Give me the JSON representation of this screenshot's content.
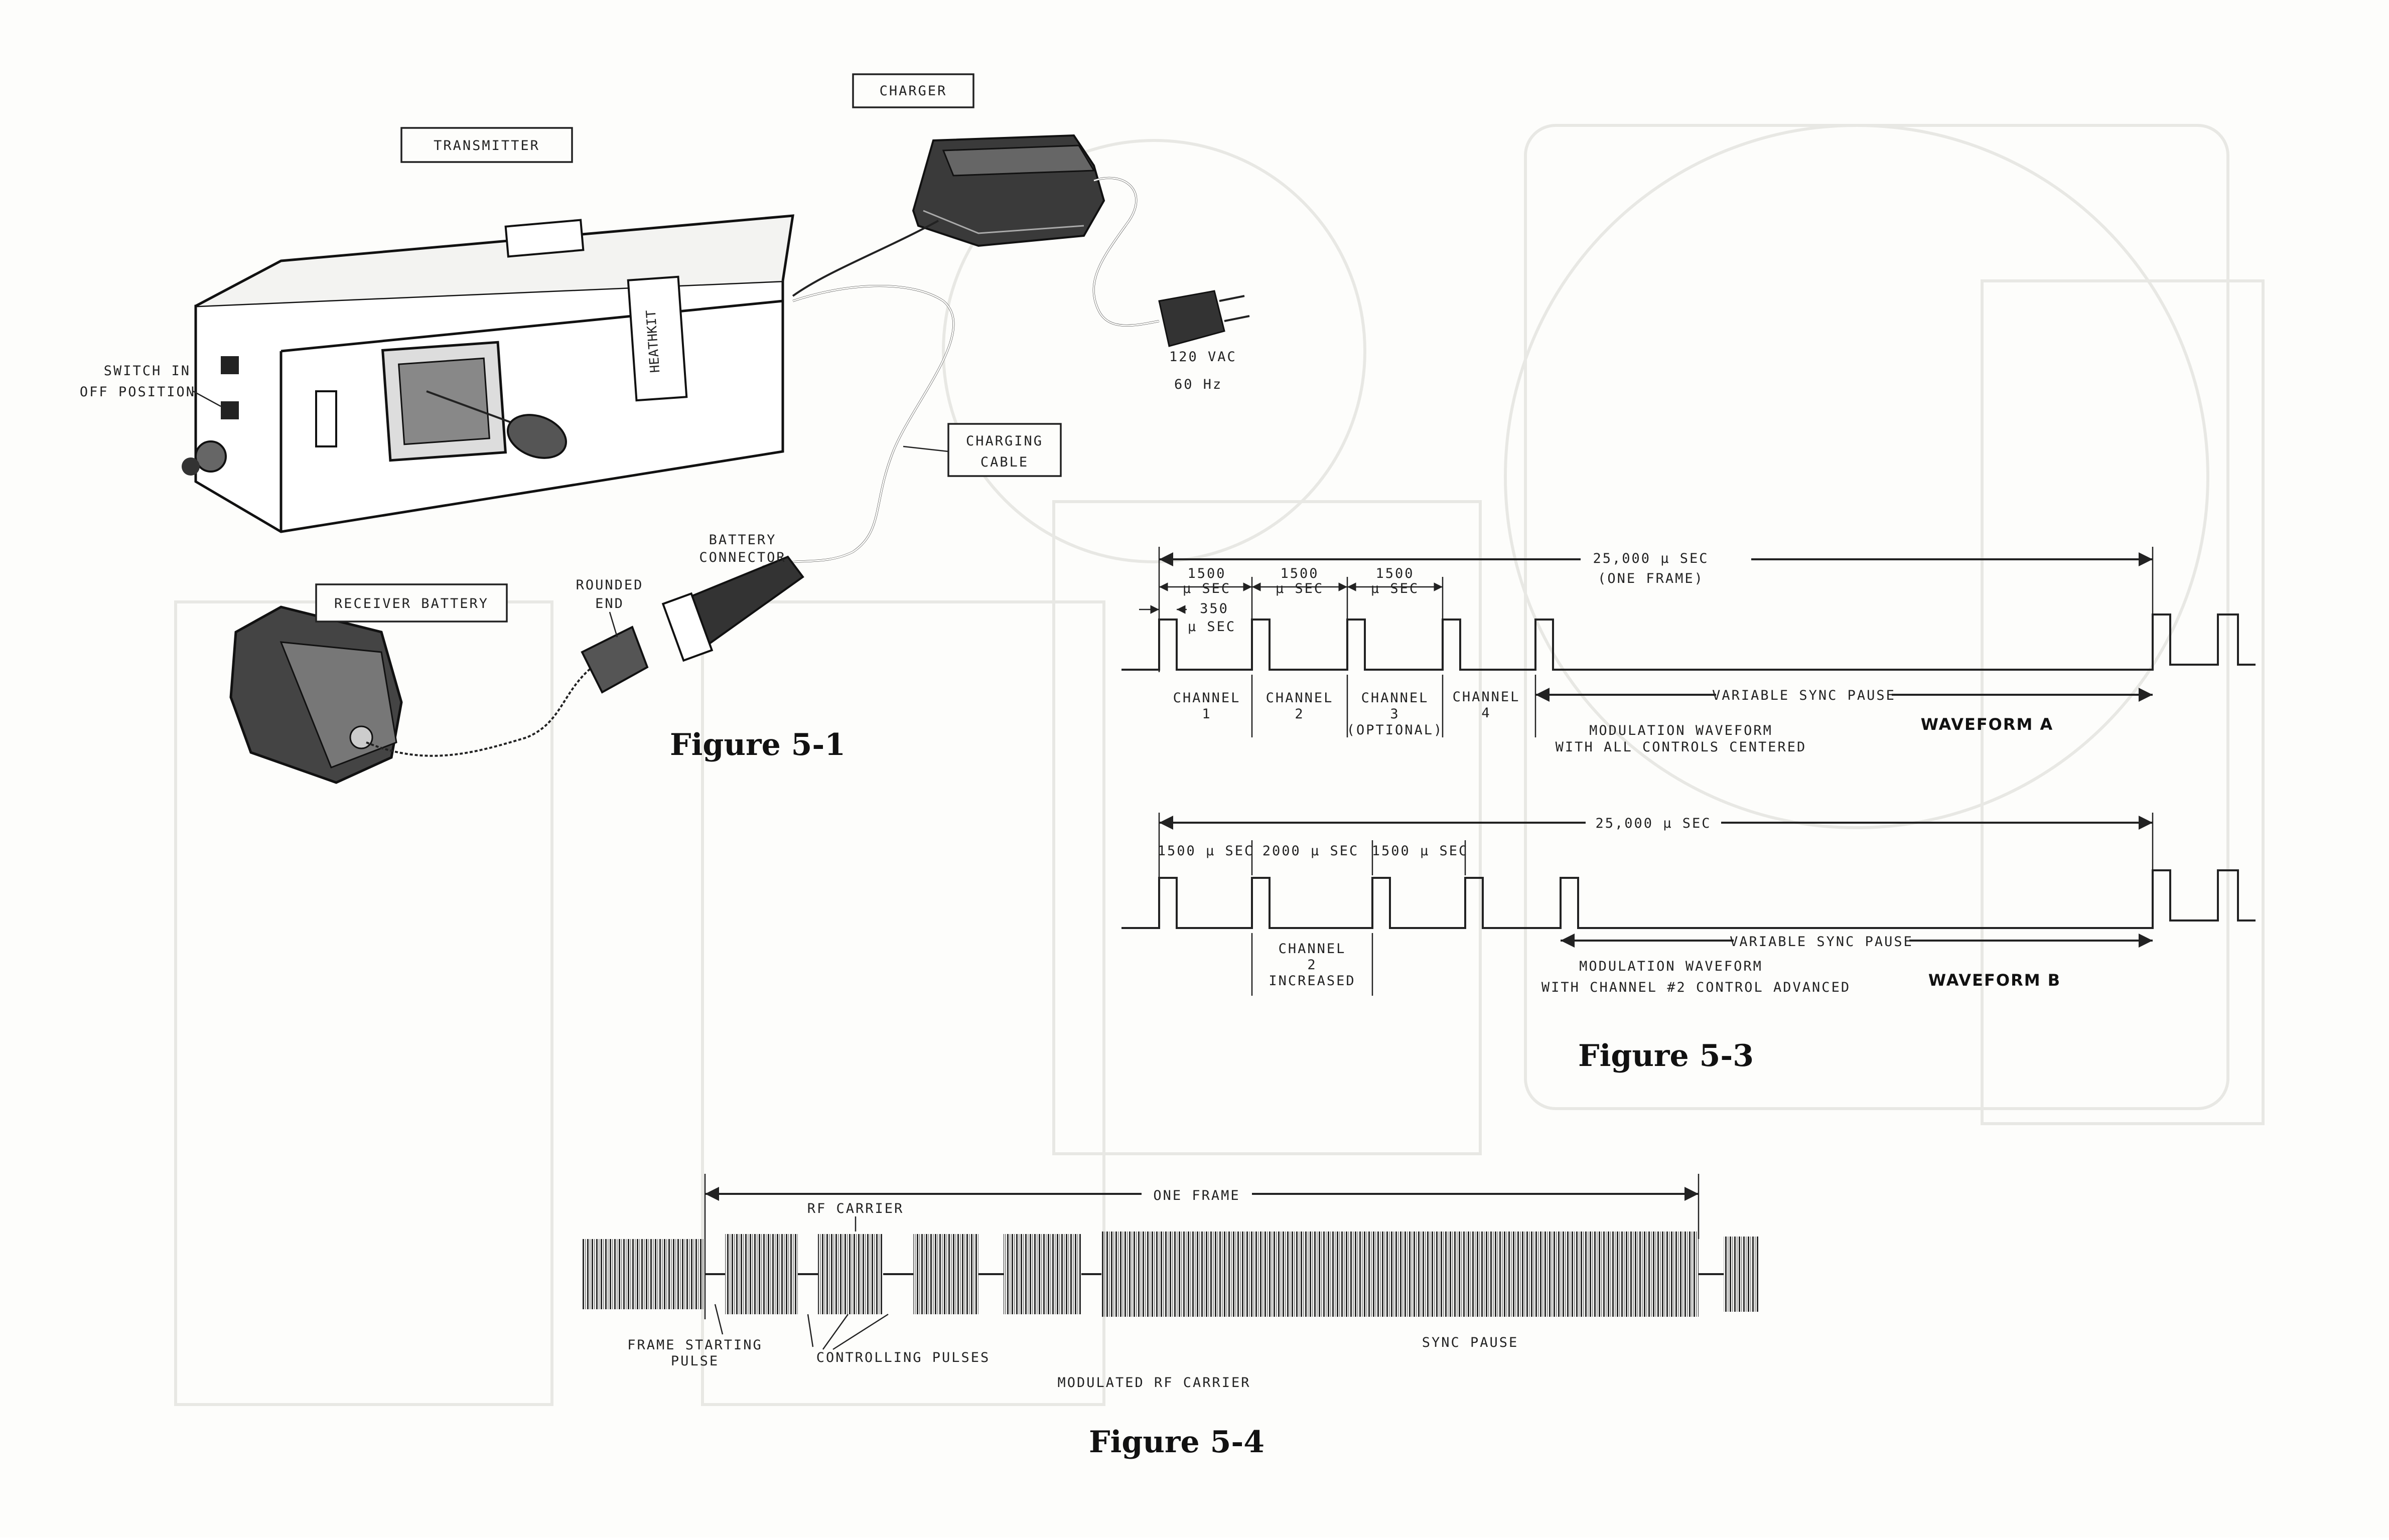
{
  "figure_5_1": {
    "caption": "Figure 5-1",
    "labels": {
      "charger": "CHARGER",
      "transmitter": "TRANSMITTER",
      "switch_line1": "SWITCH IN",
      "switch_line2": "OFF POSITION",
      "vac": "120 VAC",
      "hz": "60 Hz",
      "charging_line1": "CHARGING",
      "charging_line2": "CABLE",
      "battery_conn_line1": "BATTERY",
      "battery_conn_line2": "CONNECTOR",
      "rounded_line1": "ROUNDED",
      "rounded_line2": "END",
      "receiver_battery": "RECEIVER BATTERY",
      "brand": "HEATHKIT"
    }
  },
  "figure_5_3": {
    "caption": "Figure 5-3",
    "waveform_a": {
      "name": "WAVEFORM A",
      "frame_line1": "25,000 µ SEC",
      "frame_line2": "(ONE FRAME)",
      "t1_line1": "1500",
      "t1_line2": "µ SEC",
      "t2_line1": "1500",
      "t2_line2": "µ SEC",
      "t3_line1": "1500",
      "t3_line2": "µ SEC",
      "pulse_line1": "350",
      "pulse_line2": "µ SEC",
      "ch1_line1": "CHANNEL",
      "ch1_line2": "1",
      "ch2_line1": "CHANNEL",
      "ch2_line2": "2",
      "ch3_line1": "CHANNEL",
      "ch3_line2": "3",
      "ch3_line3": "(OPTIONAL)",
      "ch4_line1": "CHANNEL",
      "ch4_line2": "4",
      "sync": "VARIABLE SYNC PAUSE",
      "desc_line1": "MODULATION WAVEFORM",
      "desc_line2": "WITH ALL CONTROLS CENTERED"
    },
    "waveform_b": {
      "name": "WAVEFORM B",
      "frame": "25,000 µ SEC",
      "t1": "1500 µ SEC",
      "t2": "2000 µ SEC",
      "t3": "1500 µ SEC",
      "ch_line1": "CHANNEL",
      "ch_line2": "2",
      "ch_line3": "INCREASED",
      "sync": "VARIABLE SYNC PAUSE",
      "desc_line1": "MODULATION WAVEFORM",
      "desc_line2": "WITH CHANNEL #2 CONTROL ADVANCED"
    }
  },
  "figure_5_4": {
    "caption": "Figure 5-4",
    "one_frame": "ONE FRAME",
    "rf_carrier": "RF CARRIER",
    "frame_start_line1": "FRAME STARTING",
    "frame_start_line2": "PULSE",
    "controlling": "CONTROLLING PULSES",
    "sync_pause": "SYNC PAUSE",
    "modulated": "MODULATED RF CARRIER"
  }
}
